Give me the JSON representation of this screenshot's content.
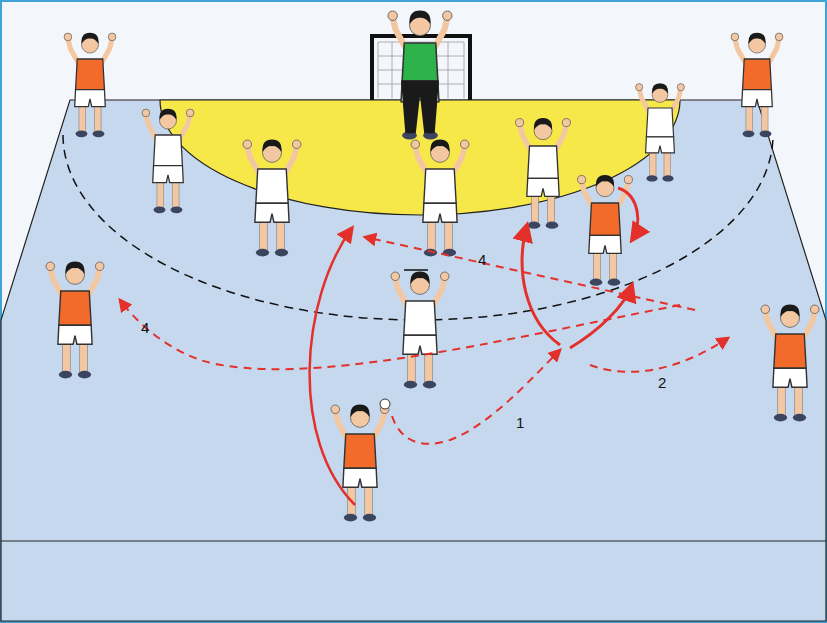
{
  "diagram": {
    "labels": [
      "4",
      "4",
      "2",
      "1"
    ]
  }
}
